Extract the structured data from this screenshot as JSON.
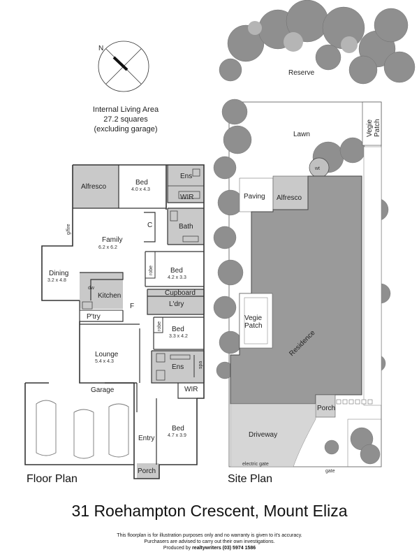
{
  "living_area": {
    "line1": "Internal Living Area",
    "line2": "27.2 squares",
    "line3": "(excluding garage)"
  },
  "compass": {
    "north": "N"
  },
  "floor_plan": {
    "title": "Floor  Plan",
    "rooms": {
      "alfresco": "Alfresco",
      "bed1": "Bed",
      "bed1_dim": "4.0 x 4.3",
      "ens1": "Ens",
      "wir1": "WIR",
      "bath": "Bath",
      "c": "C",
      "gfire": "g/fire",
      "family": "Family",
      "family_dim": "6.2 x 6.2",
      "dining": "Dining",
      "dining_dim": "3.2 x 4.8",
      "dw": "dw",
      "kitchen": "Kitchen",
      "f": "F",
      "pantry": "P'try",
      "robe1": "robe",
      "bed2": "Bed",
      "bed2_dim": "4.2 x 3.3",
      "cupboard": "Cupboard",
      "laundry": "L'dry",
      "robe2": "robe",
      "bed3": "Bed",
      "bed3_dim": "3.3 x 4.2",
      "lounge": "Lounge",
      "lounge_dim": "5.4 x 4.3",
      "ens2": "Ens",
      "spa": "spa",
      "wir2": "WIR",
      "garage": "Garage",
      "entry": "Entry",
      "bed4": "Bed",
      "bed4_dim": "4.7 x 3.9",
      "porch": "Porch"
    }
  },
  "site_plan": {
    "title": "Site Plan",
    "labels": {
      "reserve": "Reserve",
      "lawn": "Lawn",
      "vegie_patch_top_1": "Vegie",
      "vegie_patch_top_2": "Patch",
      "wt": "wt",
      "paving": "Paving",
      "alfresco": "Alfresco",
      "residence": "Residence",
      "vegie_patch_1": "Vegie",
      "vegie_patch_2": "Patch",
      "porch": "Porch",
      "driveway": "Driveway",
      "electric_gate": "electric gate",
      "gate": "gate"
    }
  },
  "footer": {
    "address": "31 Roehampton Crescent, Mount Eliza",
    "disclaimer_1": "This floorplan is for illustration purposes only and no warranty is given to it's accuracy.",
    "disclaimer_2": "Purchasers are advised to carry out their own investigations.",
    "produced_by_prefix": "Produced by ",
    "produced_by_brand": "realtywriters",
    "produced_by_phone": " (03) 5974 1586"
  },
  "colors": {
    "shade": "#c9c9c9",
    "residence": "#9a9a9a",
    "wall": "#333333",
    "tree": "#8f8f8f"
  }
}
